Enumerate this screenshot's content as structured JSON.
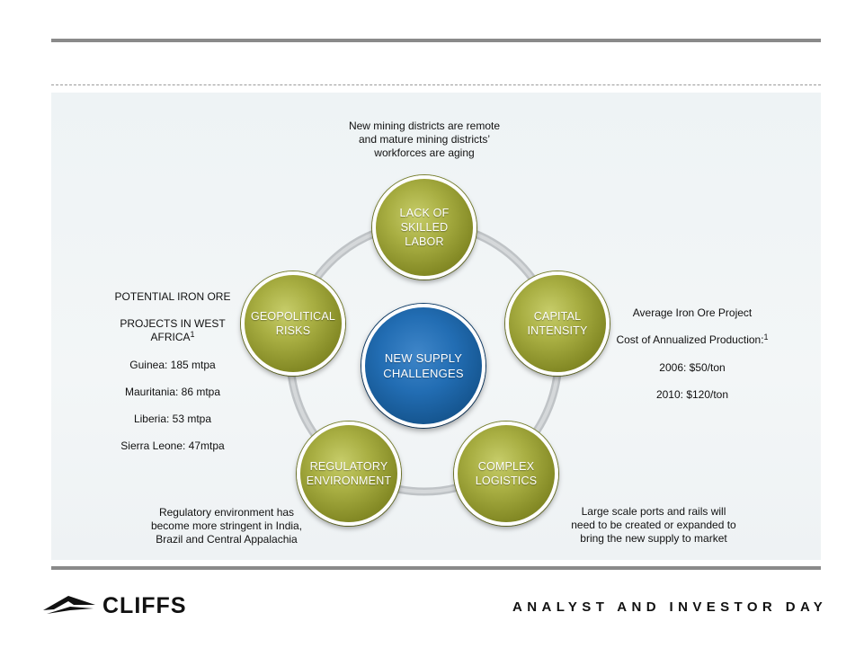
{
  "diagram": {
    "center": {
      "label": "NEW SUPPLY\nCHALLENGES"
    },
    "nodes": [
      {
        "id": "labor",
        "label": "LACK OF\nSKILLED\nLABOR"
      },
      {
        "id": "capital",
        "label": "CAPITAL\nINTENSITY"
      },
      {
        "id": "logistics",
        "label": "COMPLEX\nLOGISTICS"
      },
      {
        "id": "regulatory",
        "label": "REGULATORY\nENVIRONMENT"
      },
      {
        "id": "geopolitical",
        "label": "GEOPOLITICAL\nRISKS"
      }
    ]
  },
  "notes": {
    "labor": "New mining districts are remote\nand mature mining districts’\nworkforces are aging",
    "capital": {
      "line1": "Average Iron Ore Project",
      "line2": "Cost of Annualized Production:",
      "sup": "1",
      "line3": "2006: $50/ton",
      "line4": "2010: $120/ton"
    },
    "logistics": "Large scale ports and rails will\nneed to be created or expanded to\nbring the new supply to market",
    "regulatory": "Regulatory environment has\nbecome more stringent in India,\nBrazil and Central Appalachia",
    "geopolitical": {
      "line1": "POTENTIAL IRON ORE",
      "line2": "PROJECTS IN WEST AFRICA",
      "sup": "1",
      "items": [
        "Guinea: 185 mtpa",
        "Mauritania: 86 mtpa",
        "Liberia: 53 mtpa",
        "Sierra Leone: 47mtpa"
      ]
    }
  },
  "footer": {
    "logo_text": "CLIFFS",
    "tagline": "ANALYST AND INVESTOR DAY"
  }
}
